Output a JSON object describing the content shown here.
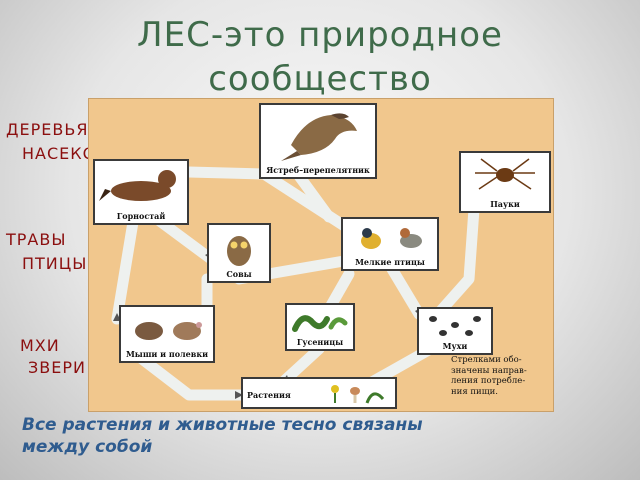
{
  "title_line1": "ЛЕС-это природное",
  "title_line2": "сообщество",
  "left_labels": [
    "ДЕРЕВЬЯ",
    "НАСЕКОМЫЕ",
    "ТРАВЫ",
    "ПТИЦЫ",
    "МХИ",
    "ЗВЕРИ"
  ],
  "nodes": {
    "hawk": "Ястреб–перепелятник",
    "stoat": "Горностай",
    "spiders": "Пауки",
    "owls": "Совы",
    "small_birds": "Мелкие птицы",
    "mice": "Мыши и полевки",
    "caterpillars": "Гусеницы",
    "flies": "Мухи",
    "plants": "Растения"
  },
  "note_lines": [
    "Стрелками обо-",
    "значены направ-",
    "ления потребле-",
    "ния пищи."
  ],
  "footer_line1": "Все растения и животные тесно связаны",
  "footer_line2": "между собой",
  "colors": {
    "title": "#3f6b4a",
    "labels": "#8b0f0f",
    "footer": "#2f5c8f",
    "diagram_bg": "#f1c78d",
    "arrow_band": "#eef1ef"
  }
}
